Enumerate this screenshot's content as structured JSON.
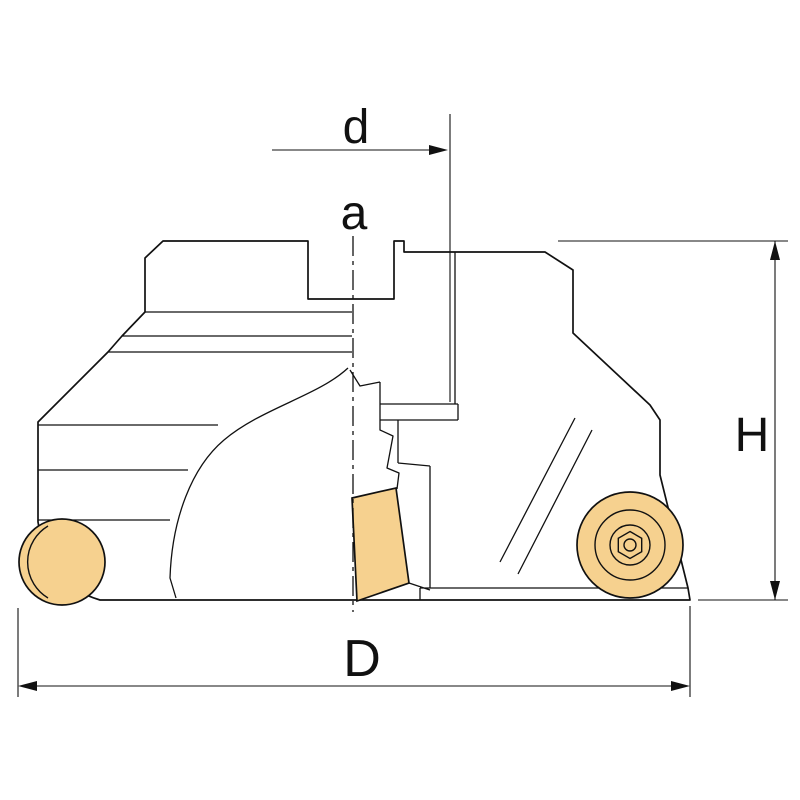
{
  "diagram": {
    "labels": {
      "d": "d",
      "a": "a",
      "H": "H",
      "D": "D"
    },
    "colors": {
      "line": "#111111",
      "insert_fill": "#f6d18f",
      "screw_fill": "#ffffff",
      "background": "#ffffff"
    }
  }
}
